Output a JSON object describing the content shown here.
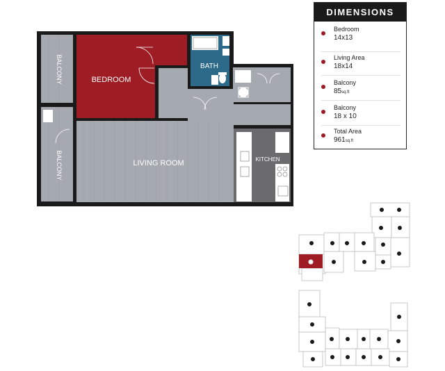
{
  "colors": {
    "bedroom": "#9e1c24",
    "floor": "#a5a9b0",
    "wall": "#1a1a1a",
    "bath_tile": "#2d6a8a",
    "kitchen": "#6b6b6d",
    "accent_dot": "#9b1b24"
  },
  "rooms": {
    "bedroom": "BEDROOM",
    "bath": "BATH",
    "living_room": "LIVING ROOM",
    "kitchen": "KITCHEN",
    "balcony_top": "BALCONY",
    "balcony_bottom": "BALCONY"
  },
  "dimensions": {
    "title": "DIMENSIONS",
    "items": [
      {
        "label": "Bedroom",
        "value": "14x13",
        "unit": ""
      },
      {
        "label": "Living Area",
        "value": "18x14",
        "unit": ""
      },
      {
        "label": "Balcony",
        "value": "85",
        "unit": "sq.ft"
      },
      {
        "label": "Balcony",
        "value": "18 x 10",
        "unit": ""
      },
      {
        "label": "Total Area",
        "value": "961",
        "unit": "sq.ft"
      }
    ]
  },
  "key_plan": {
    "highlighted_unit": "selected-unit"
  }
}
